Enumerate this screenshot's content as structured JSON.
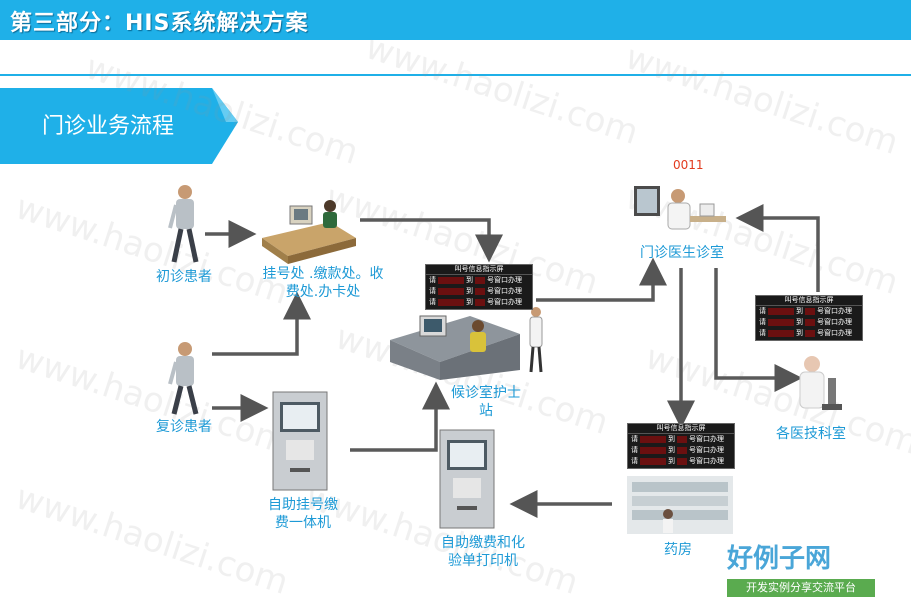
{
  "header": {
    "title": "第三部分：HIS系统解决方案"
  },
  "banner": {
    "title": "门诊业务流程"
  },
  "watermark": {
    "text": "www.haolizi.com"
  },
  "ticket_number": "0011",
  "nodes": {
    "first_visit": "初诊患者",
    "return_visit": "复诊患者",
    "registration_line1": "挂号处 .缴款处。收",
    "registration_line2": "费处.办卡处",
    "self_reg_line1": "自助挂号缴",
    "self_reg_line2": "费一体机",
    "nurse_line1": "候诊室护士",
    "nurse_line2": "站",
    "doctor": "门诊医生诊室",
    "medtech": "各医技科室",
    "pharmacy": "药房",
    "self_pay_line1": "自助缴费和化",
    "self_pay_line2": "验单打印机"
  },
  "board": {
    "header": "叫号信息指示屏",
    "prefix": "请",
    "mid": "到",
    "suffix": "号窗口办理"
  },
  "brand": {
    "main": "好例子网",
    "sub": "开发实例分享交流平台"
  },
  "colors": {
    "accent": "#1fb0e8",
    "label": "#1e9ad6",
    "arrow": "#555555",
    "ticket": "#e23b1e",
    "brand_green": "#5aab4f"
  }
}
